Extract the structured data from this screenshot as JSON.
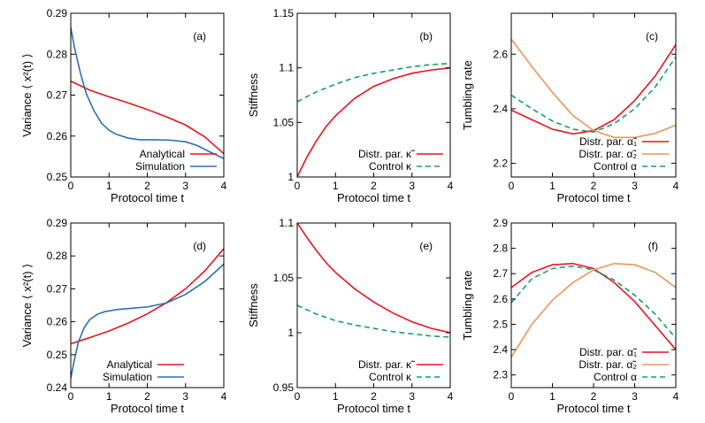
{
  "colors": {
    "red": "#e8141d",
    "blue": "#2f6db5",
    "green": "#13a06a",
    "orange": "#e8965a",
    "axis": "#000000"
  },
  "chart_data": [
    {
      "panel": "(a)",
      "type": "line",
      "xlabel": "Protocol time t",
      "ylabel": "Variance  ⟨ x²(t) ⟩",
      "xlim": [
        0,
        4
      ],
      "ylim": [
        0.25,
        0.29
      ],
      "xticks": [
        "0",
        "1",
        "2",
        "3",
        "4"
      ],
      "yticks": [
        "0.25",
        "0.26",
        "0.27",
        "0.28",
        "0.29"
      ],
      "legend_position": "bottom-right",
      "series": [
        {
          "name": "Analytical",
          "color": "#e8141d",
          "dash": "solid",
          "x": [
            0,
            0.5,
            1,
            1.5,
            2,
            2.5,
            3,
            3.5,
            4
          ],
          "y": [
            0.2734,
            0.2712,
            0.2696,
            0.2681,
            0.2665,
            0.2647,
            0.2627,
            0.2598,
            0.2557
          ]
        },
        {
          "name": "Simulation",
          "color": "#2f6db5",
          "dash": "solid",
          "x": [
            0,
            0.1,
            0.25,
            0.4,
            0.6,
            0.8,
            1,
            1.2,
            1.5,
            1.8,
            2.2,
            2.6,
            3,
            3.3,
            3.6,
            4
          ],
          "y": [
            0.2865,
            0.2815,
            0.2755,
            0.2705,
            0.2663,
            0.2632,
            0.2614,
            0.2604,
            0.2595,
            0.2591,
            0.2591,
            0.259,
            0.2586,
            0.2577,
            0.2563,
            0.2545
          ]
        }
      ]
    },
    {
      "panel": "(b)",
      "type": "line",
      "xlabel": "Protocol time t",
      "ylabel": "Stiffness",
      "xlim": [
        0,
        4
      ],
      "ylim": [
        1.0,
        1.15
      ],
      "xticks": [
        "0",
        "1",
        "2",
        "3",
        "4"
      ],
      "yticks": [
        "1",
        "1.05",
        "1.1",
        "1.15"
      ],
      "legend_position": "bottom-right",
      "series": [
        {
          "name": "Distr. par. κ̃",
          "color": "#e8141d",
          "dash": "solid",
          "x": [
            0,
            0.25,
            0.5,
            0.75,
            1,
            1.5,
            2,
            2.5,
            3,
            3.5,
            4
          ],
          "y": [
            1.0,
            1.018,
            1.033,
            1.046,
            1.056,
            1.072,
            1.083,
            1.09,
            1.095,
            1.098,
            1.1
          ]
        },
        {
          "name": "Control κ",
          "color": "#13a06a",
          "dash": "dashed",
          "x": [
            0,
            0.5,
            1,
            1.5,
            2,
            2.5,
            3,
            3.5,
            4
          ],
          "y": [
            1.069,
            1.078,
            1.085,
            1.091,
            1.095,
            1.098,
            1.101,
            1.103,
            1.104
          ]
        }
      ]
    },
    {
      "panel": "(c)",
      "type": "line",
      "xlabel": "Protocol time t",
      "ylabel": "Tumbling rate",
      "xlim": [
        0,
        4
      ],
      "ylim": [
        2.15,
        2.75
      ],
      "xticks": [
        "0",
        "1",
        "2",
        "3",
        "4"
      ],
      "yticks": [
        "2.2",
        "2.4",
        "2.6"
      ],
      "legend_position": "bottom-right",
      "series": [
        {
          "name": "Distr. par. α̃₁",
          "color": "#e8141d",
          "dash": "solid",
          "x": [
            0,
            0.5,
            1,
            1.5,
            2,
            2.5,
            3,
            3.5,
            4
          ],
          "y": [
            2.395,
            2.36,
            2.325,
            2.308,
            2.32,
            2.36,
            2.43,
            2.52,
            2.635
          ]
        },
        {
          "name": "Distr. par. α̃₂",
          "color": "#e8965a",
          "dash": "solid",
          "x": [
            0,
            0.5,
            1,
            1.5,
            2,
            2.5,
            3,
            3.5,
            4
          ],
          "y": [
            2.655,
            2.555,
            2.46,
            2.375,
            2.32,
            2.295,
            2.295,
            2.31,
            2.34
          ]
        },
        {
          "name": "Control α",
          "color": "#13a06a",
          "dash": "dashed",
          "x": [
            0,
            0.5,
            1,
            1.5,
            2,
            2.5,
            3,
            3.5,
            4
          ],
          "y": [
            2.45,
            2.4,
            2.355,
            2.325,
            2.315,
            2.345,
            2.4,
            2.48,
            2.59
          ]
        }
      ]
    },
    {
      "panel": "(d)",
      "type": "line",
      "xlabel": "Protocol time t",
      "ylabel": "Variance  ⟨ x²(t) ⟩",
      "xlim": [
        0,
        4
      ],
      "ylim": [
        0.24,
        0.29
      ],
      "xticks": [
        "0",
        "1",
        "2",
        "3",
        "4"
      ],
      "yticks": [
        "0.24",
        "0.25",
        "0.26",
        "0.27",
        "0.28",
        "0.29"
      ],
      "legend_position": "bottom-left",
      "series": [
        {
          "name": "Analytical",
          "color": "#e8141d",
          "dash": "solid",
          "x": [
            0,
            0.5,
            1,
            1.5,
            2,
            2.5,
            3,
            3.5,
            4
          ],
          "y": [
            0.2533,
            0.2552,
            0.2572,
            0.2596,
            0.2624,
            0.2658,
            0.27,
            0.2754,
            0.2822
          ]
        },
        {
          "name": "Simulation",
          "color": "#2f6db5",
          "dash": "solid",
          "x": [
            0,
            0.1,
            0.2,
            0.35,
            0.5,
            0.7,
            0.9,
            1.2,
            1.5,
            2,
            2.5,
            3,
            3.5,
            4
          ],
          "y": [
            0.2428,
            0.2488,
            0.2538,
            0.2582,
            0.2607,
            0.2623,
            0.2631,
            0.2637,
            0.264,
            0.2645,
            0.2657,
            0.2683,
            0.2722,
            0.2775
          ]
        }
      ]
    },
    {
      "panel": "(e)",
      "type": "line",
      "xlabel": "Protocol time t",
      "ylabel": "Stiffness",
      "xlim": [
        0,
        4
      ],
      "ylim": [
        0.95,
        1.1
      ],
      "xticks": [
        "0",
        "1",
        "2",
        "3",
        "4"
      ],
      "yticks": [
        "0.95",
        "1",
        "1.05",
        "1.1"
      ],
      "legend_position": "bottom-right",
      "series": [
        {
          "name": "Distr. par. κ̃",
          "color": "#e8141d",
          "dash": "solid",
          "x": [
            0,
            0.25,
            0.5,
            0.75,
            1,
            1.5,
            2,
            2.5,
            3,
            3.5,
            4
          ],
          "y": [
            1.1,
            1.087,
            1.075,
            1.064,
            1.055,
            1.04,
            1.028,
            1.018,
            1.01,
            1.004,
            1.0
          ]
        },
        {
          "name": "Control κ",
          "color": "#13a06a",
          "dash": "dashed",
          "x": [
            0,
            0.5,
            1,
            1.5,
            2,
            2.5,
            3,
            3.5,
            4
          ],
          "y": [
            1.025,
            1.017,
            1.011,
            1.007,
            1.004,
            1.001,
            0.999,
            0.997,
            0.996
          ]
        }
      ]
    },
    {
      "panel": "(f)",
      "type": "line",
      "xlabel": "Protocol time t",
      "ylabel": "Tumbling rate",
      "xlim": [
        0,
        4
      ],
      "ylim": [
        2.25,
        2.9
      ],
      "xticks": [
        "0",
        "1",
        "2",
        "3",
        "4"
      ],
      "yticks": [
        "2.3",
        "2.4",
        "2.5",
        "2.6",
        "2.7",
        "2.8",
        "2.9"
      ],
      "legend_position": "bottom-right",
      "series": [
        {
          "name": "Distr. par. α̃₁",
          "color": "#e8141d",
          "dash": "solid",
          "x": [
            0,
            0.5,
            1,
            1.5,
            2,
            2.5,
            3,
            3.5,
            4
          ],
          "y": [
            2.645,
            2.705,
            2.735,
            2.74,
            2.72,
            2.665,
            2.59,
            2.495,
            2.4
          ]
        },
        {
          "name": "Distr. par. α̃₂",
          "color": "#e8965a",
          "dash": "solid",
          "x": [
            0,
            0.5,
            1,
            1.5,
            2,
            2.5,
            3,
            3.5,
            4
          ],
          "y": [
            2.37,
            2.5,
            2.595,
            2.665,
            2.715,
            2.74,
            2.735,
            2.705,
            2.645
          ]
        },
        {
          "name": "Control α",
          "color": "#13a06a",
          "dash": "dashed",
          "x": [
            0,
            0.5,
            1,
            1.5,
            2,
            2.5,
            3,
            3.5,
            4
          ],
          "y": [
            2.585,
            2.68,
            2.72,
            2.73,
            2.715,
            2.675,
            2.615,
            2.54,
            2.445
          ]
        }
      ]
    }
  ]
}
